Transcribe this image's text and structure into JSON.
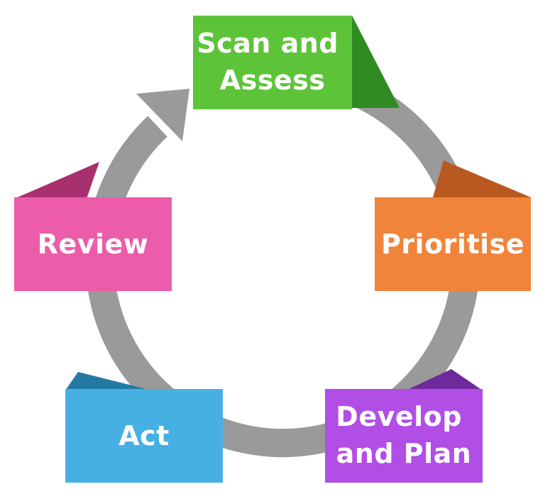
{
  "diagram": {
    "type": "cycle",
    "steps": [
      {
        "id": "scan",
        "lines": [
          "Scan and",
          "Assess"
        ],
        "color": "#5dc43a",
        "fold_color": "#2f8a22"
      },
      {
        "id": "prioritise",
        "lines": [
          "Prioritise"
        ],
        "color": "#f0843a",
        "fold_color": "#b95820"
      },
      {
        "id": "develop",
        "lines": [
          "Develop",
          "and Plan"
        ],
        "color": "#b14ee6",
        "fold_color": "#6e2a9c"
      },
      {
        "id": "act",
        "lines": [
          "Act"
        ],
        "color": "#47b0e3",
        "fold_color": "#227aa3"
      },
      {
        "id": "review",
        "lines": [
          "Review"
        ],
        "color": "#ec5ca8",
        "fold_color": "#a8306f"
      }
    ],
    "arrow_color": "#9a9a9a"
  }
}
